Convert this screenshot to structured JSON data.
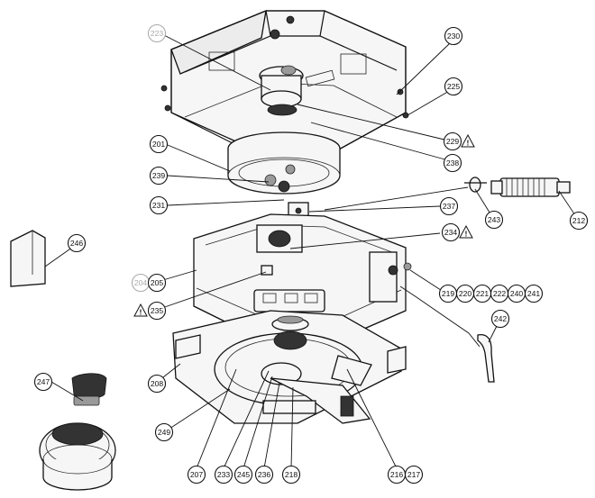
{
  "callouts": {
    "c223": "223",
    "c230": "230",
    "c225": "225",
    "c229": "229",
    "c238": "238",
    "c201": "201",
    "c239": "239",
    "c231": "231",
    "c237": "237",
    "c243": "243",
    "c212": "212",
    "c246": "246",
    "c234": "234",
    "c204": "204",
    "c205": "205",
    "c235": "235",
    "c219": "219",
    "c220": "220",
    "c221": "221",
    "c222": "222",
    "c240": "240",
    "c241": "241",
    "c242": "242",
    "c247": "247",
    "c208": "208",
    "c249": "249",
    "c207": "207",
    "c233": "233",
    "c245": "245",
    "c236": "236",
    "c218": "218",
    "c216": "216",
    "c217": "217"
  },
  "warning_symbol": "!",
  "colors": {
    "line": "#111111",
    "faded_callout": "#aaaaaa",
    "background": "#ffffff"
  }
}
